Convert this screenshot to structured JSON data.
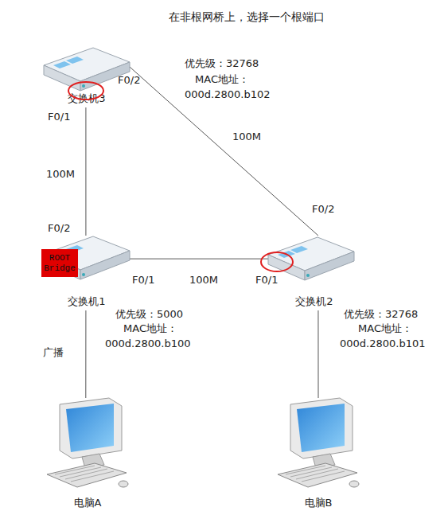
{
  "diagram": {
    "title": "在非根网桥上，选择一个根端口",
    "nodes": [
      {
        "text": [
          "交换机3"
        ]
      },
      {
        "text": [
          "交换机1"
        ]
      },
      {
        "text": [
          "ROOT Bridge"
        ],
        "in": 1
      },
      {
        "text": [
          "交换机2"
        ]
      },
      {
        "text": [
          "电脑A"
        ]
      },
      {
        "text": [
          "电脑B"
        ]
      }
    ],
    "edges": [
      {
        "from": 0,
        "to": 1,
        "arrow": "none",
        "label": "100M"
      },
      {
        "from": 0,
        "to": 3,
        "arrow": "none",
        "label": "100M"
      },
      {
        "from": 1,
        "to": 3,
        "arrow": "none",
        "label": "100M"
      },
      {
        "from": 1,
        "to": 4,
        "arrow": "none",
        "label": "广播"
      },
      {
        "from": 3,
        "to": 5,
        "arrow": "none"
      }
    ],
    "labels": [
      "优先级：32768",
      "MAC地址：",
      "F0/2",
      "000d.2800.b102",
      "F0/1",
      "F0/2",
      "F0/2",
      "F0/1",
      "F0/1",
      "优先级：5000",
      "MAC地址：",
      "000d.2800.b100",
      "优先级：32768",
      "MAC地址：",
      "000d.2800.b101"
    ]
  }
}
